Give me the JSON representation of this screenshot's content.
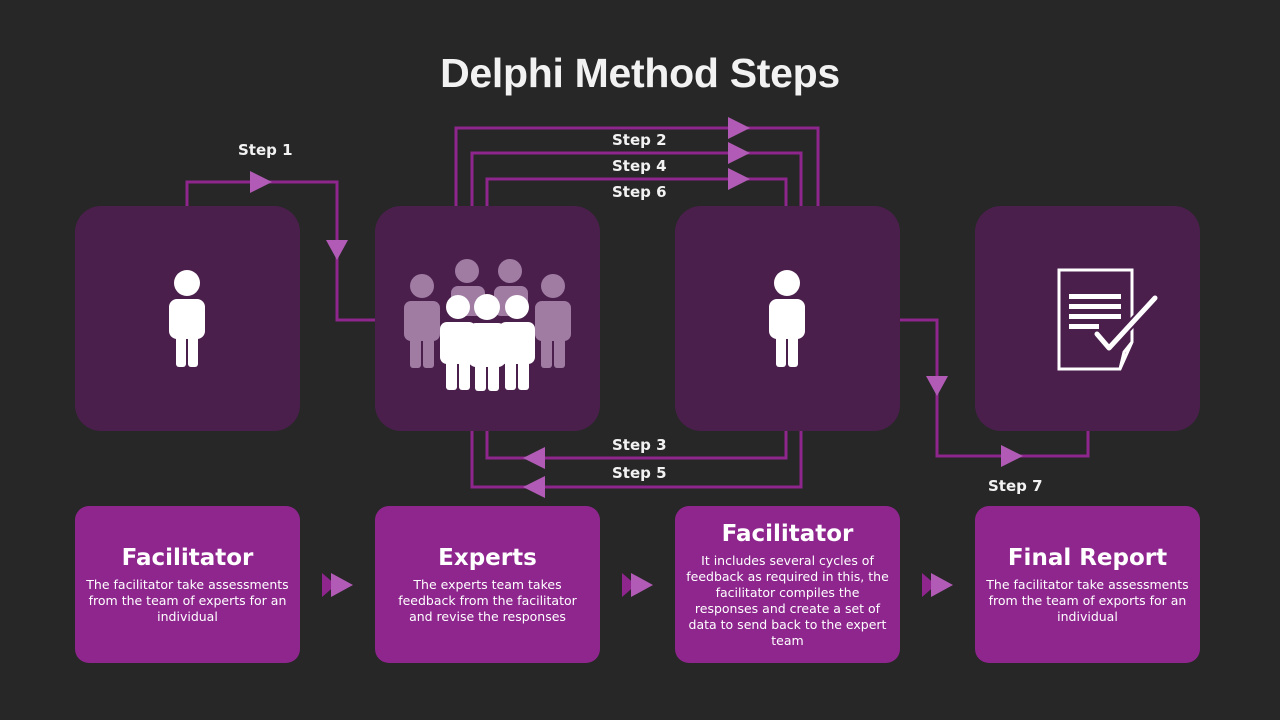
{
  "title": "Delphi Method Steps",
  "steps": {
    "s1": "Step 1",
    "s2": "Step 2",
    "s3": "Step 3",
    "s4": "Step 4",
    "s5": "Step 5",
    "s6": "Step 6",
    "s7": "Step 7"
  },
  "icons": [
    "person-icon",
    "group-of-experts-icon",
    "person-icon",
    "report-checkmark-icon"
  ],
  "cards": [
    {
      "title": "Facilitator",
      "desc": "The facilitator  take assessments  from the team of experts for an individual"
    },
    {
      "title": "Experts",
      "desc": "The experts team takes feedback  from the facilitator and revise  the responses"
    },
    {
      "title": "Facilitator",
      "desc": "It includes  several  cycles of feedback  as required  in this, the facilitator  compiles  the responses  and create  a set of data to send back to the expert team"
    },
    {
      "title": "Final Report",
      "desc": "The facilitator  take assessments  from the team of exports for an individual"
    }
  ],
  "colors": {
    "background": "#272727",
    "icon_box": "#4a1f4c",
    "card": "#8e268e",
    "connector": "#8e268e",
    "arrowhead": "#b25bb6"
  }
}
